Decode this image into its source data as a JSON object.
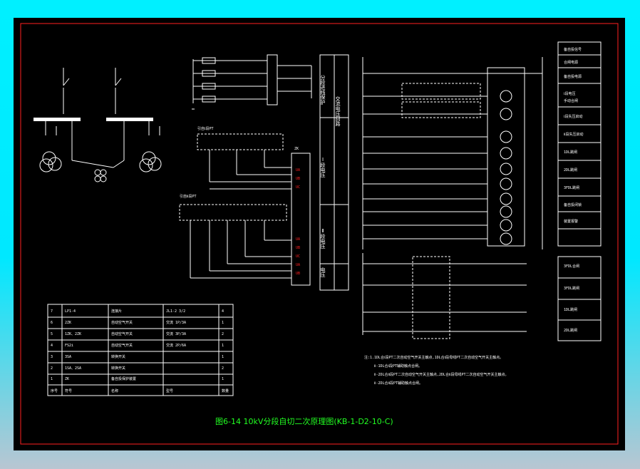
{
  "caption": "图6-14 10kV分段自切二次原理图(KB-1-D2-10-C)",
  "busbar_labels": {
    "tie_section_supply": "分段进线保护",
    "ac_voltage_circuit": "交流电压回路",
    "bus1_voltage": "Ⅰ段电压",
    "bus2_voltage": "Ⅱ段电压",
    "voltage": "电压"
  },
  "right_labels_top": [
    "备自投信号",
    "合闸电源",
    "备自投电源",
    "Ⅰ段电压",
    "手动合闸",
    "Ⅰ段失压启动",
    "Ⅱ段失压启动",
    "1DL跳闸",
    "2DL跳闸",
    "3FDL跳闸",
    "备自投闭锁",
    "装置报警"
  ],
  "right_labels_bottom": [
    "3FDL合闸",
    "3FDL跳闸",
    "1DL跳闸",
    "2DL跳闸"
  ],
  "incoming1_label": "引自Ⅰ段PT",
  "incoming2_label": "引自Ⅱ段PT",
  "device_label": "ZK",
  "note_lines": [
    "注:1.1DL合Ⅰ段PT二次自动空气开关主触点,1DL合Ⅰ段母线PT二次自动空气开关主触点。",
    "Ⅱ-1DL合Ⅰ段PT辅助触点合闸。",
    "Ⅱ-2DL合Ⅱ段PT二次自动空气开关主触点,2DL合Ⅱ段母线PT二次自动空气开关主触点。",
    "Ⅱ-2DL合Ⅱ段PT辅助触点合闸。"
  ],
  "table": {
    "headers": [
      "序号",
      "符号",
      "名称",
      "型号",
      "数量"
    ],
    "rows": [
      [
        "7",
        "LP1-4",
        "连接片",
        "JL1-2 3/2",
        "4"
      ],
      [
        "6",
        "2ZK",
        "自动空气开关",
        "交流 1P/3A",
        "1"
      ],
      [
        "5",
        "1ZK、2ZK",
        "自动空气开关",
        "交流 3P/3A",
        "2"
      ],
      [
        "4",
        "FS2i",
        "自动空气开关",
        "交流 2P/6A",
        "1"
      ],
      [
        "3",
        "3SA",
        "转换开关",
        "",
        "1"
      ],
      [
        "2",
        "1SA、2SA",
        "转换开关",
        "",
        "2"
      ],
      [
        "1",
        "ZK",
        "备自投保护装置",
        "",
        "1"
      ]
    ]
  },
  "colors": {
    "sheet": "#000000",
    "frame": "#ff2020",
    "lines": "#ffffff",
    "caption": "#22ff22"
  }
}
